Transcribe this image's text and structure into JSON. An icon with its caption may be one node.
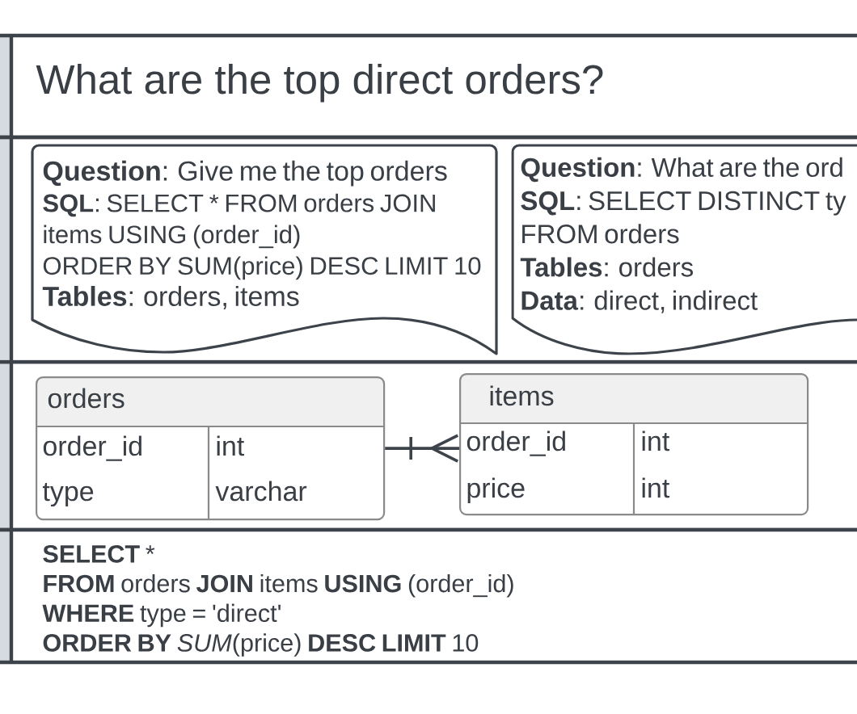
{
  "diagram": {
    "nodes": [
      {
        "text": [
          "What are the top direct orders?"
        ]
      },
      {
        "text": [],
        "shape": "band"
      },
      {
        "text": [
          "**Question**: Give me the top orders",
          "**SQL**: SELECT * FROM orders JOIN items USING (order_id)",
          "ORDER BY SUM(price) DESC LIMIT 10",
          "**Tables**: orders, items"
        ],
        "in": 1
      },
      {
        "text": [
          "**Question**: What are the ord",
          "**SQL**: SELECT DISTINCT ty FROM orders",
          "**Tables**: orders",
          "**Data**: direct, indirect"
        ],
        "in": 1
      },
      {
        "text": [],
        "shape": "band"
      },
      {
        "text": [
          "orders",
          "order_id",
          "int",
          "type",
          "varchar"
        ],
        "in": 4
      },
      {
        "text": [
          "items",
          "order_id",
          "int",
          "price",
          "int"
        ],
        "in": 4
      },
      {
        "text": [
          "**SELECT** *",
          "**FROM** orders **JOIN** items **USING** (order_id)",
          "**WHERE** type = 'direct'",
          "**ORDER BY** *SUM*(price) **DESC LIMIT** 10"
        ]
      }
    ],
    "edges": [
      {
        "from": 5,
        "to": 6,
        "arrow": "other"
      }
    ]
  }
}
